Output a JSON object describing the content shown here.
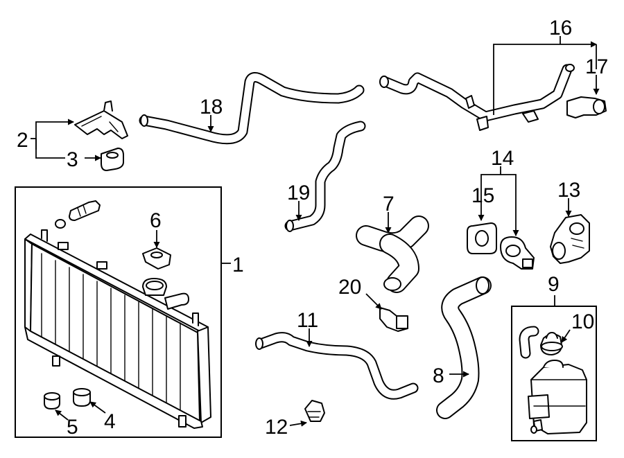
{
  "callouts": [
    {
      "id": "c1",
      "label": "1"
    },
    {
      "id": "c2",
      "label": "2"
    },
    {
      "id": "c3",
      "label": "3"
    },
    {
      "id": "c4",
      "label": "4"
    },
    {
      "id": "c5",
      "label": "5"
    },
    {
      "id": "c6",
      "label": "6"
    },
    {
      "id": "c7",
      "label": "7"
    },
    {
      "id": "c8",
      "label": "8"
    },
    {
      "id": "c9",
      "label": "9"
    },
    {
      "id": "c10",
      "label": "10"
    },
    {
      "id": "c11",
      "label": "11"
    },
    {
      "id": "c12",
      "label": "12"
    },
    {
      "id": "c13",
      "label": "13"
    },
    {
      "id": "c14",
      "label": "14"
    },
    {
      "id": "c15",
      "label": "15"
    },
    {
      "id": "c16",
      "label": "16"
    },
    {
      "id": "c17",
      "label": "17"
    },
    {
      "id": "c18",
      "label": "18"
    },
    {
      "id": "c19",
      "label": "19"
    },
    {
      "id": "c20",
      "label": "20"
    }
  ],
  "colors": {
    "line": "#000000",
    "background": "#ffffff"
  }
}
